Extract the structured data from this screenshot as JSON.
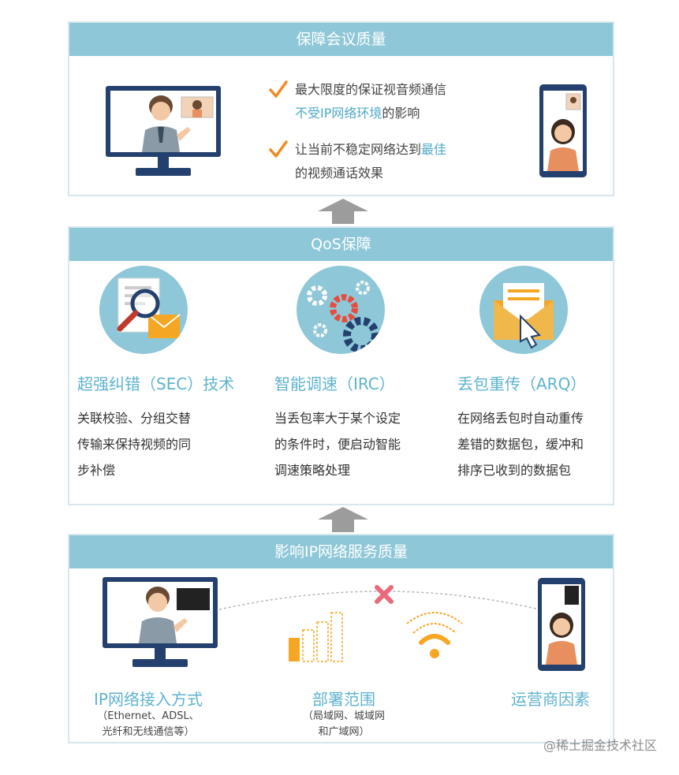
{
  "panels": {
    "meeting": {
      "title": "保障会议质量",
      "items": [
        {
          "line1": "最大限度的保证视音频通信",
          "line2_hl": "不受IP网络环境",
          "line2": "的影响"
        },
        {
          "line1": "让当前不稳定网络达到",
          "line1_hl": "最佳",
          "line2": "的视频通话效果"
        }
      ]
    },
    "qos": {
      "title": "QoS保障",
      "items": [
        {
          "icon": "magnifier-document-icon",
          "title": "超强纠错（SEC）技术",
          "lines": [
            "关联校验、分组交替",
            "传输来保持视频的同",
            "步补偿"
          ]
        },
        {
          "icon": "gears-icon",
          "title": "智能调速（IRC）",
          "lines": [
            "当丢包率大于某个设定",
            "的条件时，便启动智能",
            "调速策略处理"
          ]
        },
        {
          "icon": "envelope-click-icon",
          "title": "丢包重传（ARQ）",
          "lines": [
            "在网络丢包时自动重传",
            "差错的数据包，缓冲和",
            "排序已收到的数据包"
          ]
        }
      ]
    },
    "network": {
      "title": "影响IP网络服务质量",
      "items": [
        {
          "title": "IP网络接入方式",
          "lines": [
            "（Ethernet、ADSL、",
            "光纤和无线通信等）"
          ]
        },
        {
          "title": "部署范围",
          "lines": [
            "（局域网、城域网",
            "和广域网）"
          ]
        },
        {
          "title": "运营商因素",
          "lines": []
        }
      ]
    }
  },
  "watermark": "@稀土掘金技术社区",
  "colors": {
    "header": "#8ec7d8",
    "highlight": "#5eb3cf",
    "check": "#f08a24",
    "navy": "#23406e",
    "orange": "#f5a623"
  }
}
